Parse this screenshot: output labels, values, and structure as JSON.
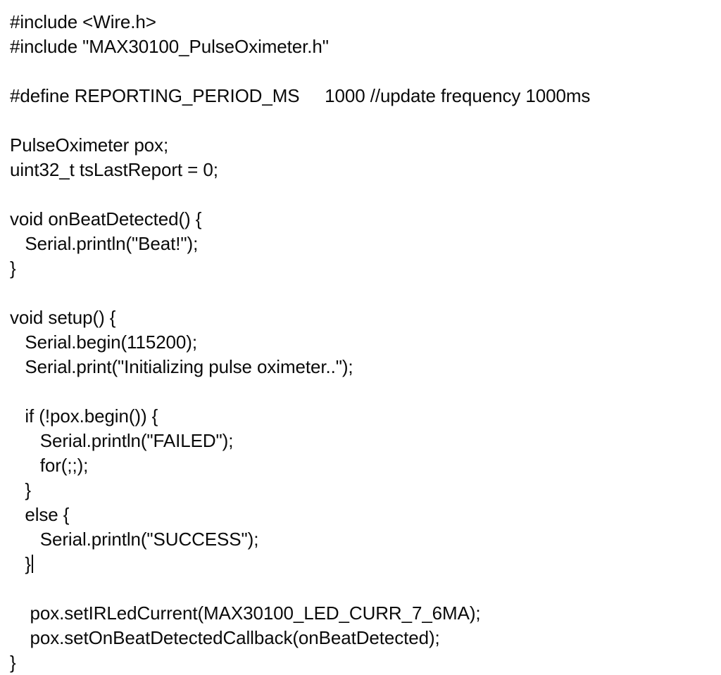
{
  "editor": {
    "language": "arduino-cpp",
    "background_color": "#ffffff",
    "text_color": "#0a0a0a",
    "caret_line_index": 22,
    "caret_color": "#000000"
  },
  "code": {
    "lines": [
      "#include <Wire.h>",
      "#include \"MAX30100_PulseOximeter.h\"",
      "",
      "#define REPORTING_PERIOD_MS     1000 //update frequency 1000ms",
      "",
      "PulseOximeter pox;",
      "uint32_t tsLastReport = 0;",
      "",
      "void onBeatDetected() {",
      "   Serial.println(\"Beat!\");",
      "}",
      "",
      "void setup() {",
      "   Serial.begin(115200);",
      "   Serial.print(\"Initializing pulse oximeter..\");",
      "",
      "   if (!pox.begin()) {",
      "      Serial.println(\"FAILED\");",
      "      for(;;);",
      "   }",
      "   else {",
      "      Serial.println(\"SUCCESS\");",
      "   }",
      "",
      "    pox.setIRLedCurrent(MAX30100_LED_CURR_7_6MA);",
      "    pox.setOnBeatDetectedCallback(onBeatDetected);",
      "}"
    ]
  }
}
